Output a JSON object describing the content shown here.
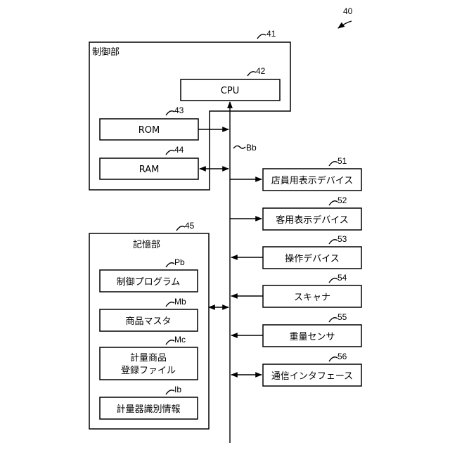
{
  "figure_ref": "40",
  "bus_label": "Bb",
  "control_unit": {
    "ref": "41",
    "title": "制御部",
    "cpu": {
      "ref": "42",
      "label": "CPU"
    },
    "rom": {
      "ref": "43",
      "label": "ROM"
    },
    "ram": {
      "ref": "44",
      "label": "RAM"
    }
  },
  "storage_unit": {
    "ref": "45",
    "title": "記憶部",
    "items": [
      {
        "ref": "Pb",
        "line1": "制御プログラム",
        "line2": ""
      },
      {
        "ref": "Mb",
        "line1": "商品マスタ",
        "line2": ""
      },
      {
        "ref": "Mc",
        "line1": "計量商品",
        "line2": "登録ファイル"
      },
      {
        "ref": "Ib",
        "line1": "計量器識別情報",
        "line2": ""
      }
    ]
  },
  "devices": [
    {
      "ref": "51",
      "label": "店員用表示デバイス"
    },
    {
      "ref": "52",
      "label": "客用表示デバイス"
    },
    {
      "ref": "53",
      "label": "操作デバイス"
    },
    {
      "ref": "54",
      "label": "スキャナ"
    },
    {
      "ref": "55",
      "label": "重量センサ"
    },
    {
      "ref": "56",
      "label": "通信インタフェース"
    }
  ]
}
